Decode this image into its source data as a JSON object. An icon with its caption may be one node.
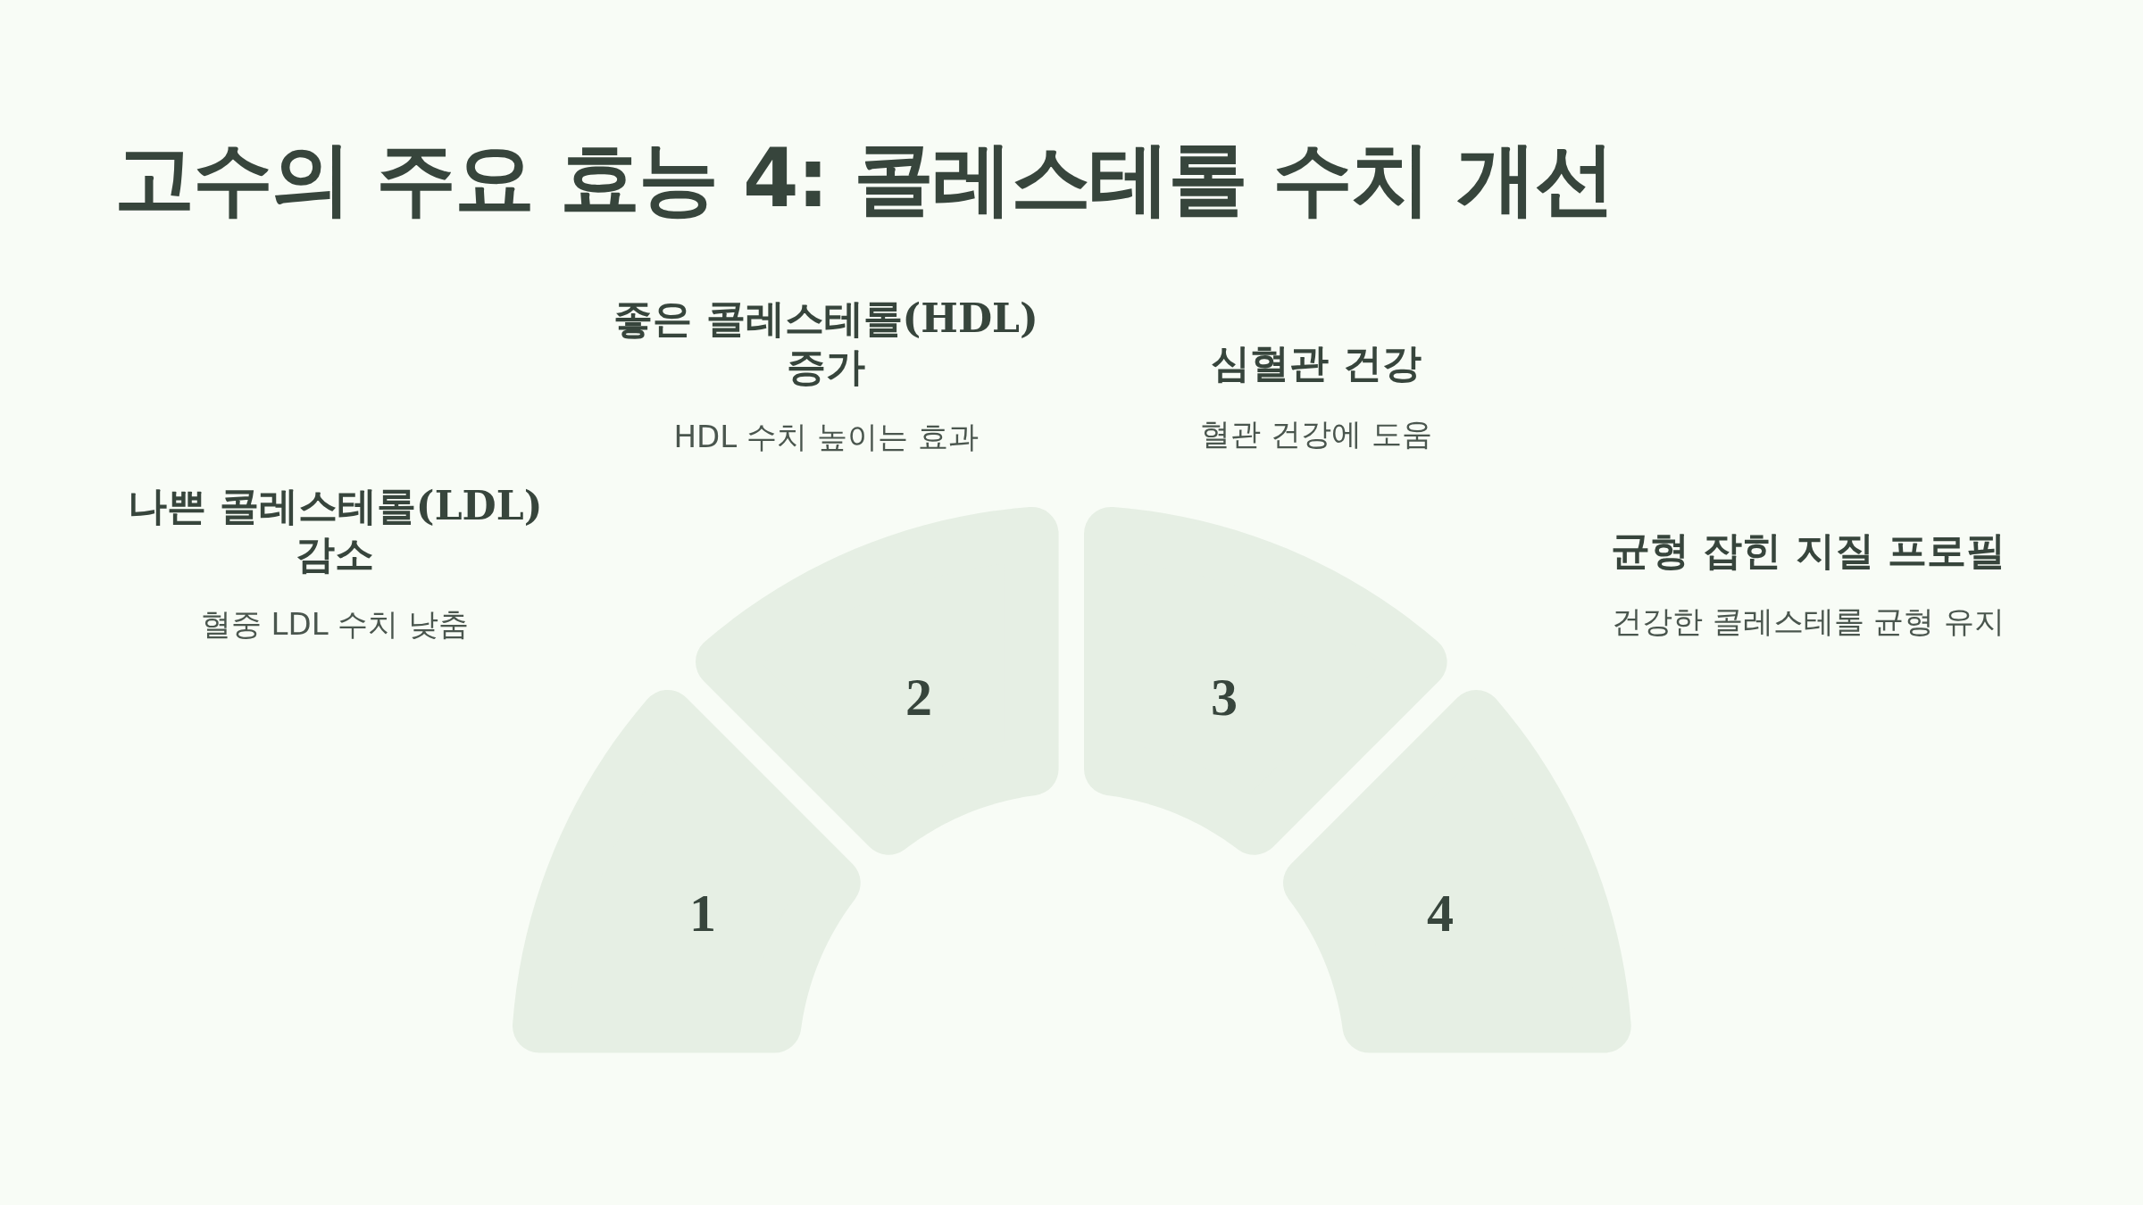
{
  "diagram": {
    "title": "고수의 주요 효능 4: 콜레스테롤 수치 개선",
    "nodes": [
      {
        "text": [
          "1"
        ],
        "beside": [
          "나쁜 콜레스테롤(LDL) 감소",
          "혈중 LDL 수치 낮춤"
        ]
      },
      {
        "text": [
          "2"
        ],
        "beside": [
          "좋은 콜레스테롤(HDL) 증가",
          "HDL 수치 높이는 효과"
        ]
      },
      {
        "text": [
          "3"
        ],
        "beside": [
          "심혈관 건강",
          "혈관 건강에 도움"
        ]
      },
      {
        "text": [
          "4"
        ],
        "beside": [
          "균형 잡힌 지질 프로필",
          "건강한 콜레스테롤 균형 유지"
        ]
      }
    ]
  }
}
